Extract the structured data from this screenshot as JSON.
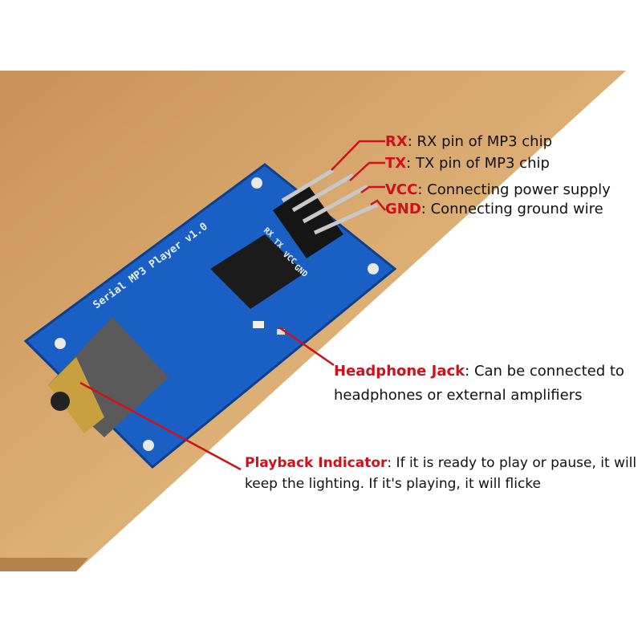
{
  "colors": {
    "wood": "#d9a86a",
    "board": "#1a5fc4",
    "callout_line": "#d0101a",
    "key_text": "#d0101a",
    "body_text": "#111111"
  },
  "board_silkscreen": {
    "title": "Serial MP3 Player v1.0",
    "pins": [
      "RX",
      "TX",
      "VCC",
      "GND"
    ]
  },
  "callouts": [
    {
      "key": "RX",
      "text": ": RX pin of MP3 chip"
    },
    {
      "key": "TX",
      "text": ": TX pin of MP3 chip"
    },
    {
      "key": "VCC",
      "text": ": Connecting power supply"
    },
    {
      "key": "GND",
      "text": ": Connecting ground wire"
    },
    {
      "key": "Headphone Jack",
      "text": ": Can be connected to",
      "text2": "headphones or external amplifiers"
    },
    {
      "key": "Playback Indicator",
      "text": ": If it is ready to play or pause, it will",
      "text2": "keep the lighting. If it's playing, it will flicke"
    }
  ]
}
